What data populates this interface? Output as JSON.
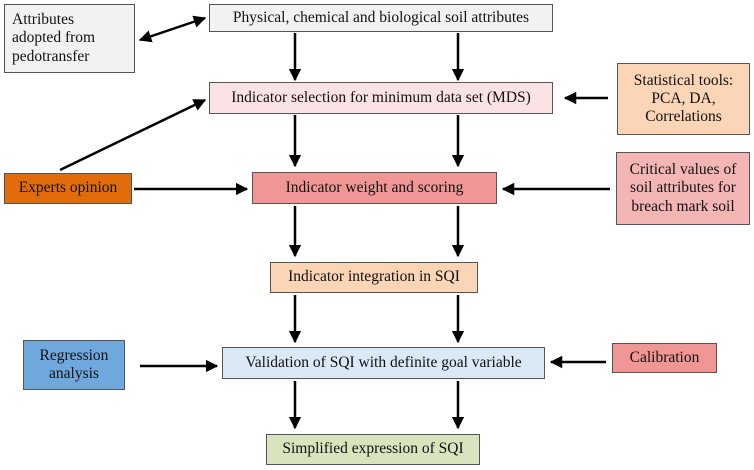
{
  "colors": {
    "gray": "#f2f2f2",
    "pink_light": "#fbe2e4",
    "pink": "#f09796",
    "peach": "#fbd5b5",
    "orange": "#e36c0a",
    "green": "#d7e4bd",
    "blue": "#6fa8dc",
    "blue_light": "#dbe9f7",
    "red_light": "#f4b6b5",
    "arrow": "#000000"
  },
  "nodes": {
    "soil_attributes": "Physical, chemical and biological soil attributes",
    "pedotransfer": "Attributes adopted  from pedotransfer",
    "mds_selection": "Indicator selection  for minimum data set (MDS)",
    "statistical_tools": "Statistical tools:\nPCA, DA,\nCorrelations",
    "experts_opinion": "Experts opinion",
    "weight_scoring": "Indicator weight and scoring",
    "critical_values": "Critical values of\nsoil attributes for\nbreach mark soil",
    "integration": "Indicator integration  in SQI",
    "regression": "Regression\nanalysis",
    "validation": "Validation of SQI with definite goal variable",
    "calibration": "Calibration",
    "simplified": "Simplified expression of SQI"
  }
}
